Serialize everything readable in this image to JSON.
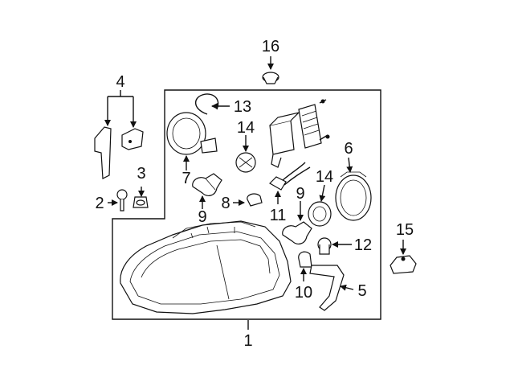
{
  "callouts": {
    "c1": "1",
    "c2": "2",
    "c3": "3",
    "c4": "4",
    "c5": "5",
    "c6": "6",
    "c7": "7",
    "c8": "8",
    "c9a": "9",
    "c9b": "9",
    "c10": "10",
    "c11": "11",
    "c12": "12",
    "c13": "13",
    "c14a": "14",
    "c14b": "14",
    "c15": "15",
    "c16": "16"
  },
  "colors": {
    "line": "#111111",
    "background": "#ffffff"
  }
}
